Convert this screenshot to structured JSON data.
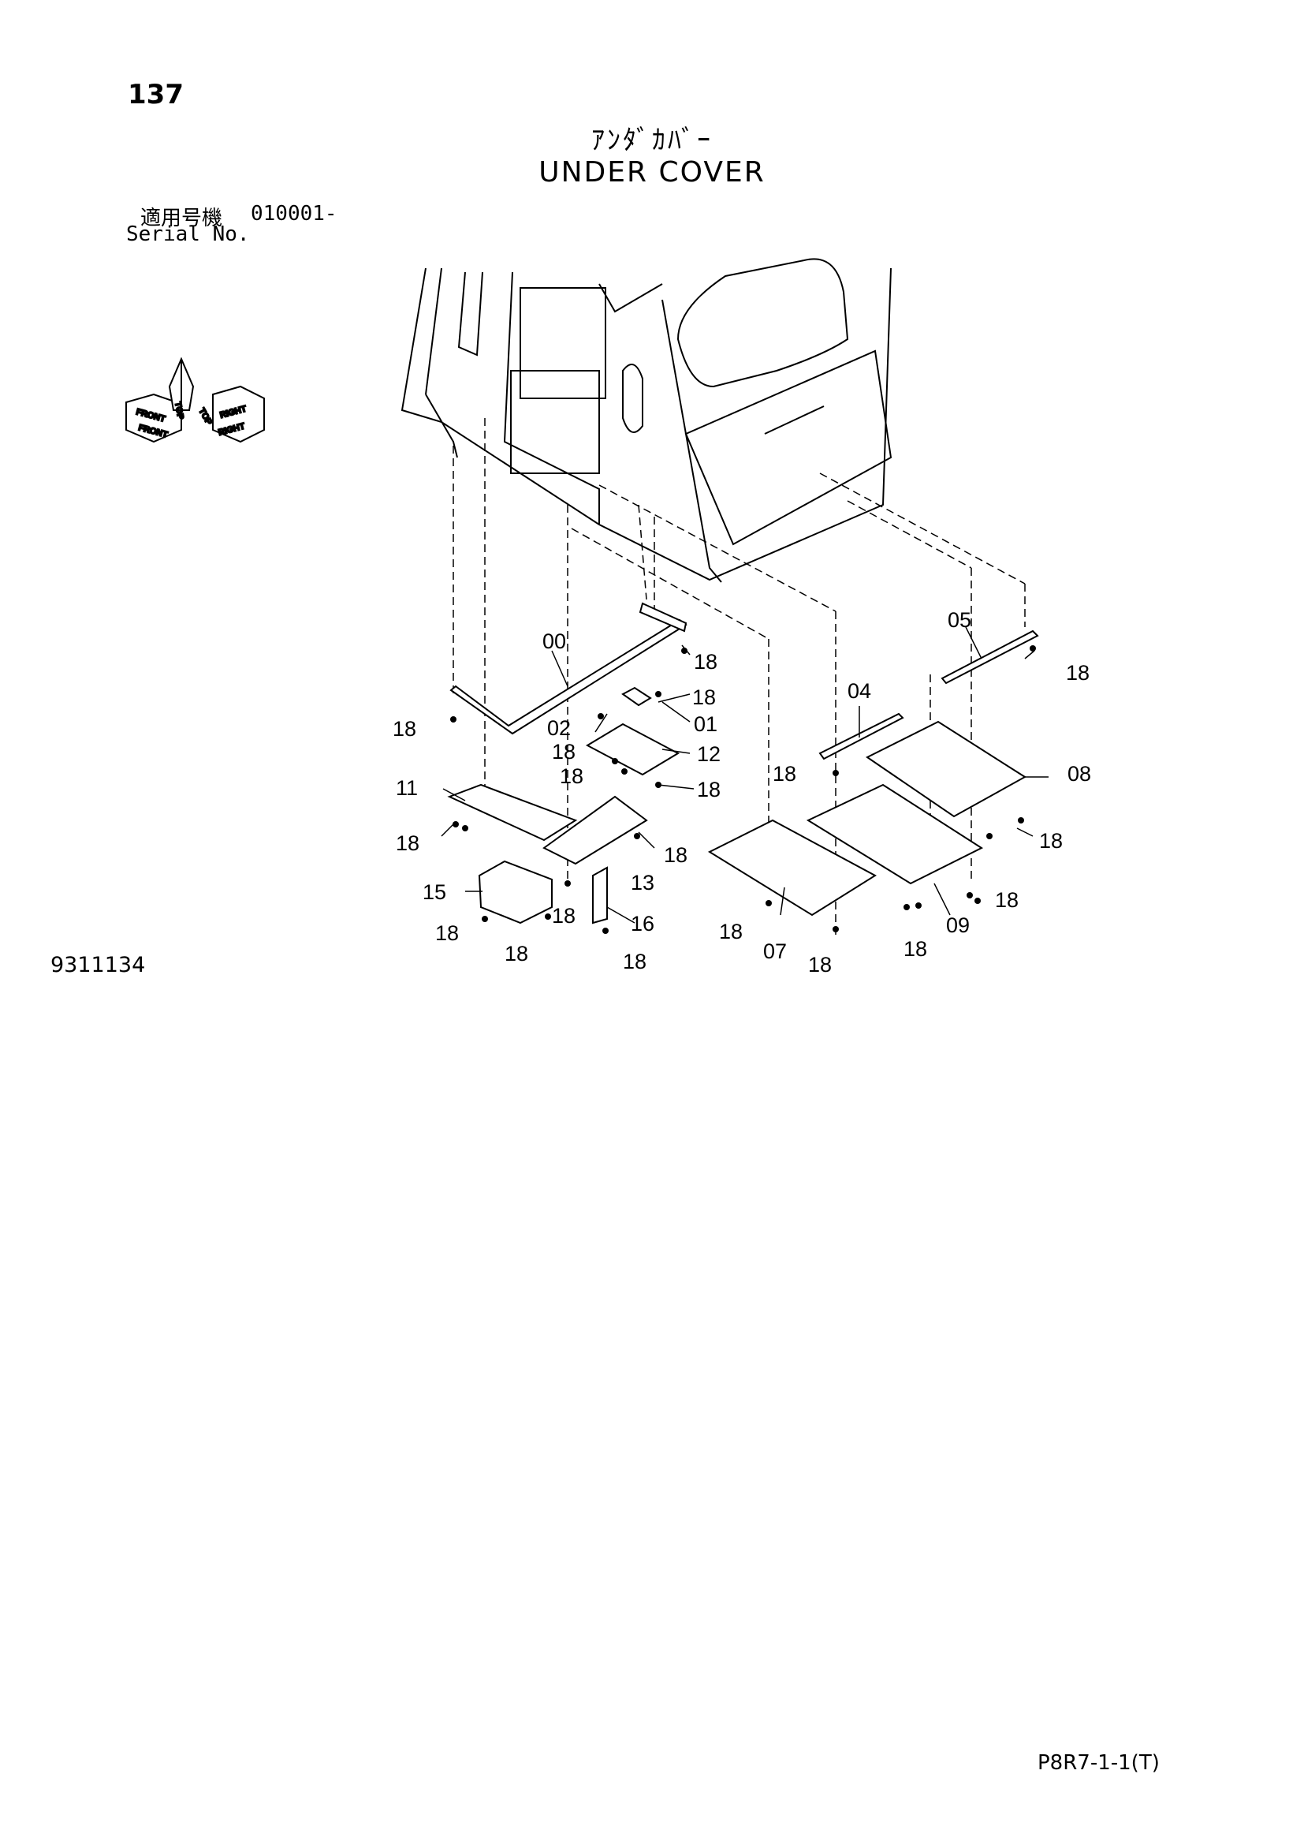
{
  "header": {
    "page_number": "137",
    "title_jp": "ｱﾝﾀﾞｶﾊﾞｰ",
    "title_en": "UNDER COVER",
    "serial_label_jp": "適用号機",
    "serial_value": "010001-",
    "serial_label_en": "Serial No."
  },
  "orientation_icon": {
    "labels": [
      "FRONT",
      "RIGHT",
      "TOP",
      "FRONT",
      "TOP",
      "RIGHT"
    ]
  },
  "drawing_number": "9311134",
  "footer_code": "P8R7-1-1(T)",
  "callouts": [
    "00",
    "18",
    "18",
    "18",
    "01",
    "02",
    "18",
    "12",
    "18",
    "18",
    "11",
    "18",
    "18",
    "13",
    "15",
    "18",
    "18",
    "18",
    "16",
    "18",
    "05",
    "18",
    "04",
    "08",
    "18",
    "18",
    "18",
    "07",
    "18",
    "09",
    "18",
    "18"
  ]
}
